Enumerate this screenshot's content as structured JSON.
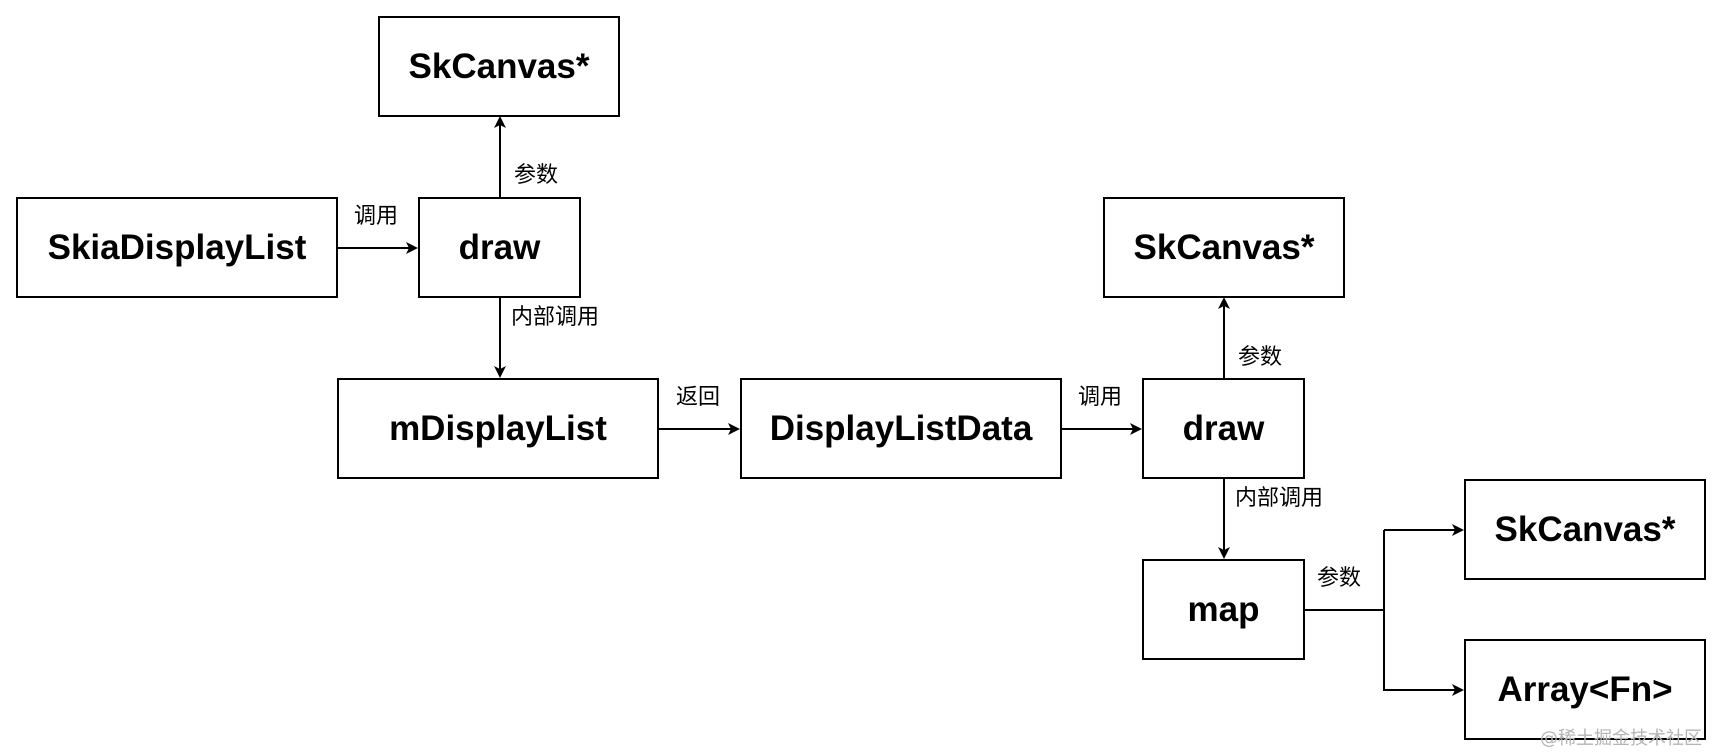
{
  "nodes": {
    "skcanvas_top": "SkCanvas*",
    "skia_display_list": "SkiaDisplayList",
    "draw_1": "draw",
    "m_display_list": "mDisplayList",
    "display_list_data": "DisplayListData",
    "skcanvas_mid": "SkCanvas*",
    "draw_2": "draw",
    "map": "map",
    "skcanvas_right": "SkCanvas*",
    "array_fn": "Array<Fn>"
  },
  "edge_labels": {
    "draw1_to_canvas": "参数",
    "skia_to_draw1": "调用",
    "draw1_to_mdisplaylist": "内部调用",
    "mdisplaylist_to_data": "返回",
    "data_to_draw2": "调用",
    "draw2_to_canvas": "参数",
    "draw2_to_map": "内部调用",
    "map_params": "参数"
  },
  "watermark": "@稀土掘金技术社区",
  "colors": {
    "stroke": "#000000",
    "background": "#ffffff",
    "watermark": "#b4b4b4"
  }
}
